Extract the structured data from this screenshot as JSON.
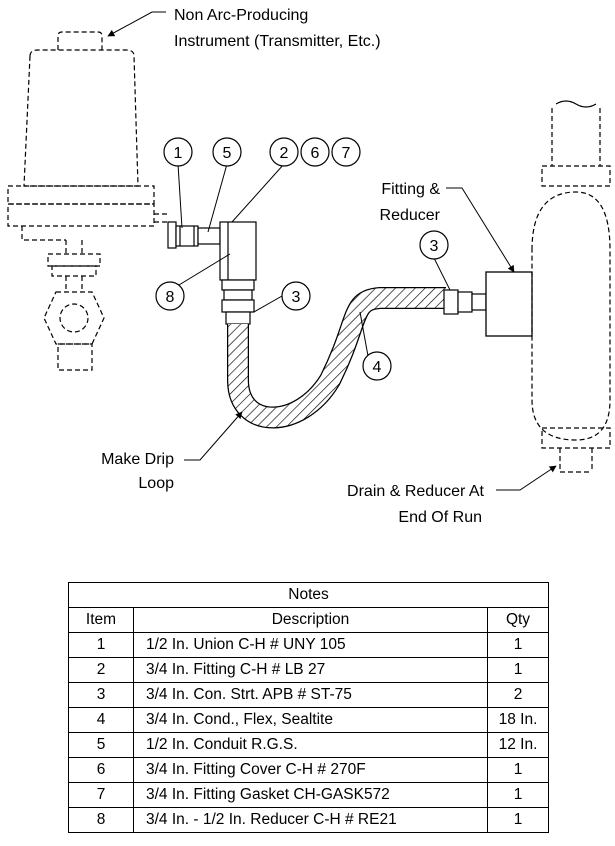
{
  "labels": {
    "instrument_line1": "Non Arc-Producing",
    "instrument_line2": "Instrument (Transmitter, Etc.)",
    "fitting_line1": "Fitting &",
    "fitting_line2": "Reducer",
    "drip_line1": "Make Drip",
    "drip_line2": "Loop",
    "drain_line1": "Drain & Reducer At",
    "drain_line2": "End Of Run"
  },
  "callouts": {
    "b1": "1",
    "b5": "5",
    "b2": "2",
    "b6": "6",
    "b7": "7",
    "b8": "8",
    "b3_lower": "3",
    "b3_right": "3",
    "b4": "4"
  },
  "table": {
    "title": "Notes",
    "headers": {
      "item": "Item",
      "description": "Description",
      "qty": "Qty"
    },
    "rows": [
      {
        "item": "1",
        "description": "1/2 In. Union C-H # UNY 105",
        "qty": "1"
      },
      {
        "item": "2",
        "description": "3/4 In. Fitting C-H # LB 27",
        "qty": "1"
      },
      {
        "item": "3",
        "description": "3/4 In. Con. Strt. APB # ST-75",
        "qty": "2"
      },
      {
        "item": "4",
        "description": "3/4 In. Cond., Flex, Sealtite",
        "qty": "18 In."
      },
      {
        "item": "5",
        "description": "1/2 In. Conduit R.G.S.",
        "qty": "12 In."
      },
      {
        "item": "6",
        "description": "3/4 In. Fitting Cover C-H # 270F",
        "qty": "1"
      },
      {
        "item": "7",
        "description": "3/4 In. Fitting Gasket CH-GASK572",
        "qty": "1"
      },
      {
        "item": "8",
        "description": " 3/4 In. - 1/2 In. Reducer C-H # RE21",
        "qty": "1"
      }
    ]
  }
}
